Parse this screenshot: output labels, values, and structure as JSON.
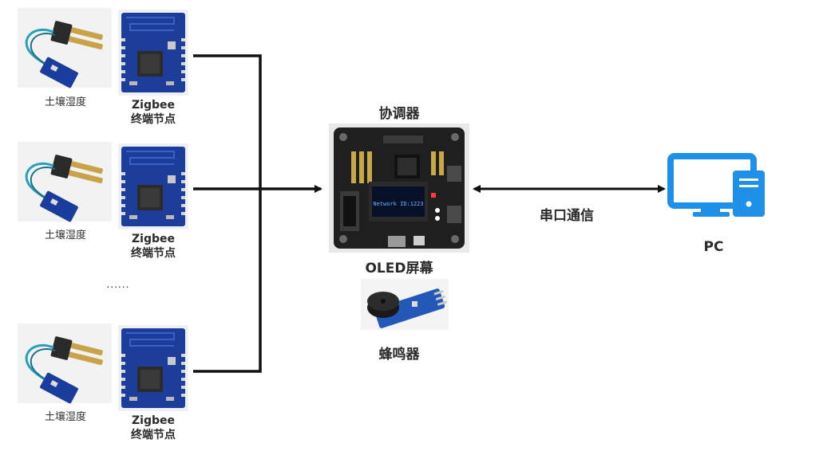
{
  "nodes": [
    {
      "sensor_label": "土壤湿度",
      "module_label_line1": "Zigbee",
      "module_label_line2": "终端节点"
    },
    {
      "sensor_label": "土壤湿度",
      "module_label_line1": "Zigbee",
      "module_label_line2": "终端节点"
    },
    {
      "sensor_label": "土壤湿度",
      "module_label_line1": "Zigbee",
      "module_label_line2": "终端节点"
    }
  ],
  "ellipsis": "......",
  "coordinator": {
    "title": "协调器",
    "oled_label": "OLED屏幕",
    "screen_text": "Network ID:1223"
  },
  "buzzer": {
    "label": "蜂鸣器"
  },
  "serial_link": {
    "label": "串口通信"
  },
  "pc": {
    "label": "PC"
  },
  "colors": {
    "pc_blue": "#1e90e8",
    "wire": "#111111",
    "board": "#222222",
    "module": "#1a3c9c"
  }
}
